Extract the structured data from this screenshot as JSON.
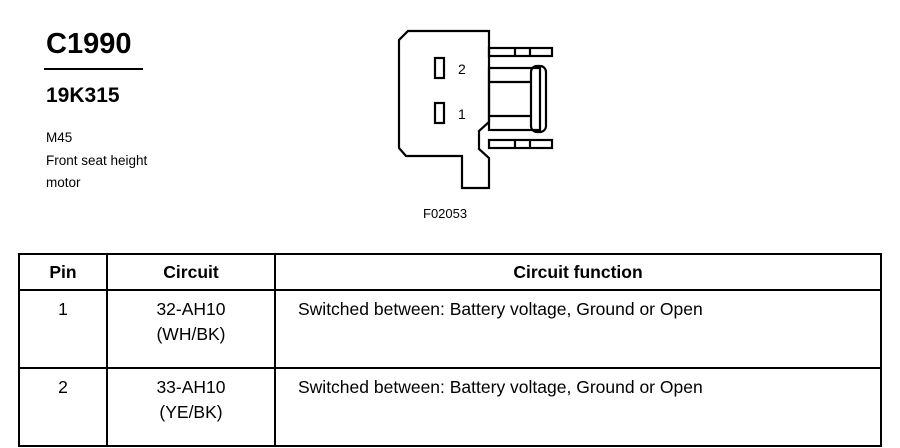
{
  "connector": {
    "id": "C1990",
    "part_number": "19K315",
    "component_code": "M45",
    "description_line1": "Front seat height",
    "description_line2": "motor"
  },
  "diagram": {
    "figure_code": "F02053",
    "pin_labels": [
      "2",
      "1"
    ]
  },
  "table": {
    "headers": {
      "pin": "Pin",
      "circuit": "Circuit",
      "function": "Circuit function"
    },
    "rows": [
      {
        "pin": "1",
        "circuit": "32-AH10",
        "color": "(WH/BK)",
        "function": "Switched between: Battery voltage, Ground or Open"
      },
      {
        "pin": "2",
        "circuit": "33-AH10",
        "color": "(YE/BK)",
        "function": "Switched between: Battery voltage, Ground or Open"
      }
    ]
  }
}
